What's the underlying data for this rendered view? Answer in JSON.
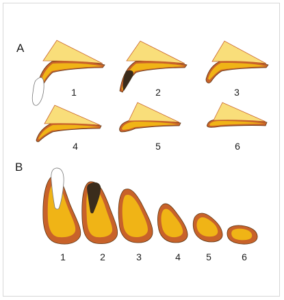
{
  "figure": {
    "panels": [
      {
        "letter": "A",
        "items": [
          {
            "label": "1",
            "pulp": "white"
          },
          {
            "label": "2",
            "pulp": "dark"
          },
          {
            "label": "3",
            "pulp": "none"
          },
          {
            "label": "4",
            "pulp": "none"
          },
          {
            "label": "5",
            "pulp": "none"
          },
          {
            "label": "6",
            "pulp": "none"
          }
        ]
      },
      {
        "letter": "B",
        "items": [
          {
            "label": "1",
            "pulp": "white"
          },
          {
            "label": "2",
            "pulp": "dark"
          },
          {
            "label": "3",
            "pulp": "none"
          },
          {
            "label": "4",
            "pulp": "none"
          },
          {
            "label": "5",
            "pulp": "none"
          },
          {
            "label": "6",
            "pulp": "none"
          }
        ]
      }
    ],
    "colors": {
      "outer": "#c8622a",
      "inner": "#f0b416",
      "face": "#f9de7a",
      "pulp_dark": "#3a2c1c",
      "pulp_white": "#ffffff",
      "stroke": "#5a3512",
      "frame": "#d6d6d6"
    }
  }
}
